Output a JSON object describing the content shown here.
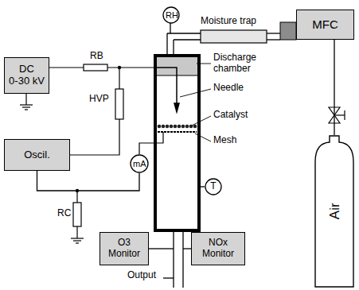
{
  "diagram": {
    "nodes": [
      {
        "text": [
          "RH"
        ]
      },
      {
        "text": [
          "MFC"
        ]
      },
      {
        "text": [
          "DC",
          "0-30 kV"
        ]
      },
      {
        "text": [
          "Oscil."
        ]
      },
      {
        "text": [
          "mA"
        ]
      },
      {
        "text": [
          "T"
        ]
      },
      {
        "text": [
          "O3 Monitor"
        ]
      },
      {
        "text": [
          "NOx Monitor"
        ]
      },
      {
        "text": [
          "Air"
        ]
      }
    ],
    "edges": [
      {
        "from": 3,
        "to": 4,
        "arrow": "none"
      },
      {
        "from": 8,
        "to": 1,
        "arrow": "none"
      }
    ],
    "labels": [
      "RB",
      "HVP",
      "Moisture trap",
      "Discharge chamber",
      "Needle",
      "Catalyst",
      "Mesh",
      "RC",
      "Output"
    ]
  }
}
